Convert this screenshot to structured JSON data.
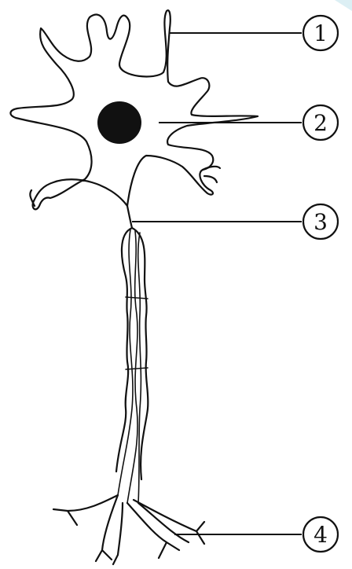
{
  "labels": [
    {
      "id": "label-1",
      "text": "1"
    },
    {
      "id": "label-2",
      "text": "2"
    },
    {
      "id": "label-3",
      "text": "3"
    },
    {
      "id": "label-4",
      "text": "4"
    }
  ],
  "colors": {
    "ink": "#111111",
    "background": "#ffffff",
    "corner_accent": "#dceff4"
  }
}
